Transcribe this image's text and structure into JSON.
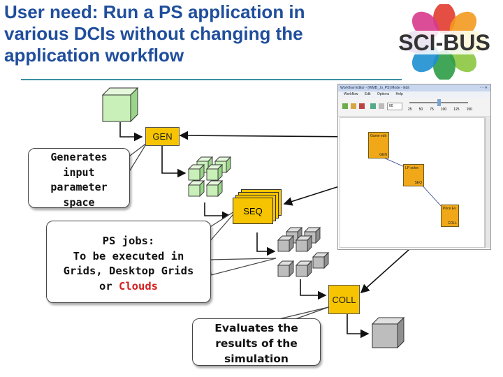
{
  "title": {
    "line1": "User need: Run a PS application in",
    "line2": "various DCIs without changing the",
    "line3": "application workflow"
  },
  "logo": {
    "text": "SCI-BUS",
    "petal_colors": [
      "#e23b2e",
      "#f39a1e",
      "#f6d40f",
      "#8cc63f",
      "#2e9c46",
      "#1d8fd1",
      "#6b3fa0",
      "#d83a8c"
    ]
  },
  "tags": {
    "gen": "GEN",
    "seq": "SEQ",
    "coll": "COLL"
  },
  "callouts": {
    "generates": [
      "Generates",
      "input",
      "parameter",
      "space"
    ],
    "jobs": {
      "line1": "PS jobs:",
      "line2": "To be executed in",
      "line3": "Grids, Desktop Grids",
      "line4_prefix": "or ",
      "line4_highlight": "Clouds"
    },
    "evaluates": [
      "Evaluates the",
      "results of the",
      "simulation"
    ]
  },
  "editor": {
    "window_title": "Workflow Editor - [WMB_.lo_PS] Mode - Edit",
    "menu": [
      "Workflow",
      "Edit",
      "Options",
      "Help"
    ],
    "zoom_field": "00",
    "zoom_ticks": [
      "25",
      "50",
      "75",
      "100",
      "125",
      "150"
    ],
    "nodes": [
      {
        "label": "Game edit",
        "port": "GEN"
      },
      {
        "label": "LP solve",
        "port": "SEQ"
      },
      {
        "label": "Price Ev",
        "port": "COLL"
      }
    ]
  },
  "colors": {
    "title": "#1f4e9c",
    "tag_fill": "#f6c400",
    "cube_green": "#c8f0b8",
    "cube_gray": "#bfbfbf",
    "highlight": "#d42020"
  }
}
